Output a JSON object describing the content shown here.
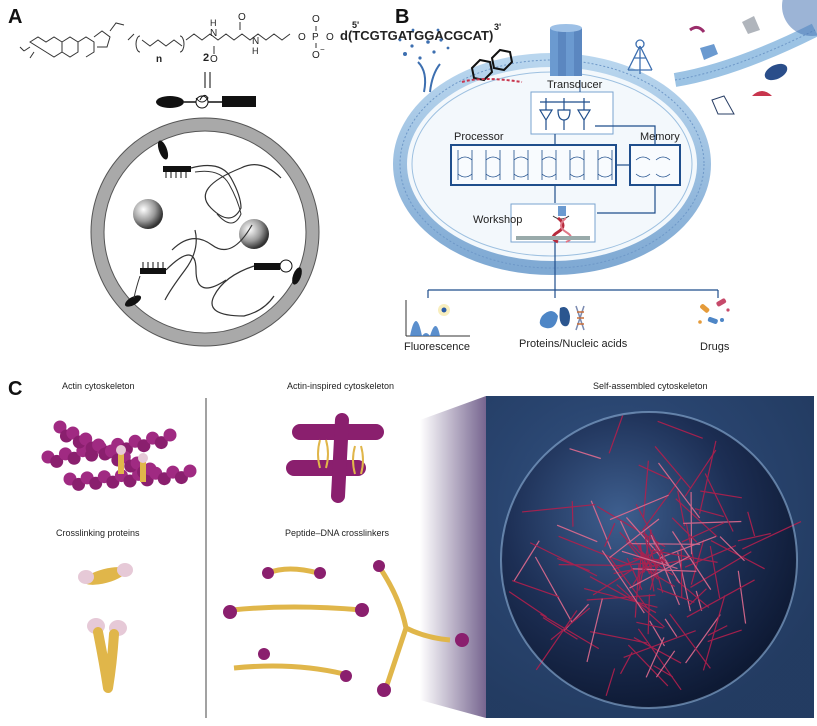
{
  "panels": {
    "a": {
      "letter": "A",
      "sequence": "d(TCGTGATGGACGCAT)",
      "five_prime": "5'",
      "three_prime": "3'",
      "compound_number": "2",
      "subscript_n": "n"
    },
    "b": {
      "letter": "B",
      "labels": {
        "transducer": "Transducer",
        "processor": "Processor",
        "memory": "Memory",
        "workshop": "Workshop",
        "fluorescence": "Fluorescence",
        "proteins": "Proteins/Nucleic acids",
        "drugs": "Drugs"
      }
    },
    "c": {
      "letter": "C",
      "titles": {
        "actin": "Actin cytoskeleton",
        "actin_inspired": "Actin-inspired cytoskeleton",
        "self_assembled": "Self-assembled cytoskeleton",
        "crosslinking": "Crosslinking proteins",
        "peptide_dna": "Peptide–DNA crosslinkers"
      }
    }
  },
  "colors": {
    "membrane_blue": "#9cc3e4",
    "processor_blue": "#1f4e8c",
    "magenta": "#8a1f6e",
    "dna_gold": "#e0b64a",
    "sphere_dark": "#1d2f55"
  }
}
